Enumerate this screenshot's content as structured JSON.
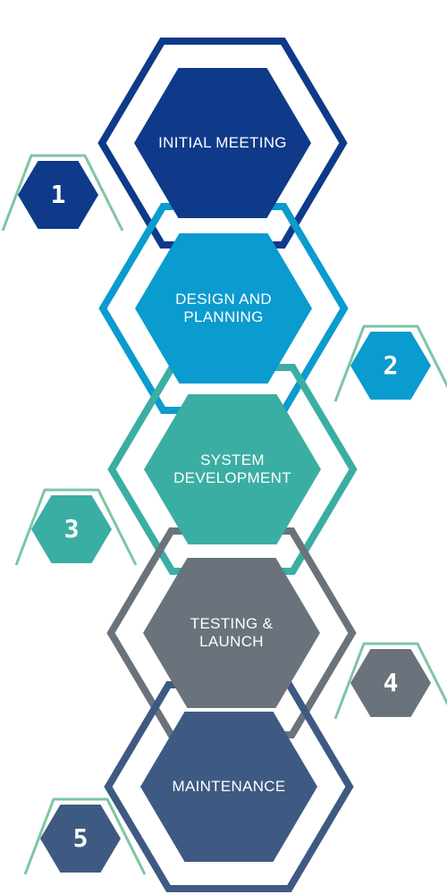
{
  "steps": [
    {
      "label": "INITIAL MEETING",
      "number": "1",
      "color": "#0F3A8A",
      "badge_side": "left"
    },
    {
      "label": "DESIGN AND\nPLANNING",
      "number": "2",
      "color": "#0A9BCF",
      "badge_side": "right"
    },
    {
      "label": "SYSTEM\nDEVELOPMENT",
      "number": "3",
      "color": "#3BAEA3",
      "badge_side": "left"
    },
    {
      "label": "TESTING &\nLAUNCH",
      "number": "4",
      "color": "#6A737C",
      "badge_side": "right"
    },
    {
      "label": "MAINTENANCE",
      "number": "5",
      "color": "#3E5A82",
      "badge_side": "left"
    }
  ],
  "accent_color": "#7DC5A4"
}
